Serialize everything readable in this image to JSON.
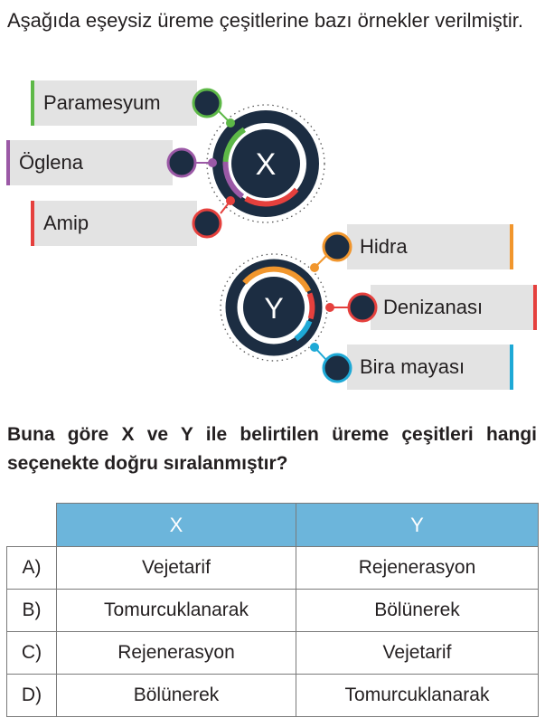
{
  "intro_text": "Aşağıda eşeysiz üreme çeşitlerine bazı örnekler verilmiştir.",
  "diagram": {
    "x_circle_label": "X",
    "y_circle_label": "Y",
    "x_examples": [
      {
        "label": "Paramesyum",
        "color": "#5db847"
      },
      {
        "label": "Öglena",
        "color": "#9b59a6"
      },
      {
        "label": "Amip",
        "color": "#e5403d"
      }
    ],
    "y_examples": [
      {
        "label": "Hidra",
        "color": "#f1962d"
      },
      {
        "label": "Denizanası",
        "color": "#e5403d"
      },
      {
        "label": "Bira mayası",
        "color": "#1ea9d6"
      }
    ],
    "hub_color": "#1c2d42"
  },
  "question_text": "Buna göre X ve Y ile belirtilen üreme çeşitleri hangi seçenekte doğru sıralanmıştır?",
  "table": {
    "header_color": "#6cb5db",
    "col_x": "X",
    "col_y": "Y",
    "rows": [
      {
        "option": "A)",
        "x": "Vejetarif",
        "y": "Rejenerasyon"
      },
      {
        "option": "B)",
        "x": "Tomurcuklanarak",
        "y": "Bölünerek"
      },
      {
        "option": "C)",
        "x": "Rejenerasyon",
        "y": "Vejetarif"
      },
      {
        "option": "D)",
        "x": "Bölünerek",
        "y": "Tomurcuklanarak"
      }
    ]
  }
}
